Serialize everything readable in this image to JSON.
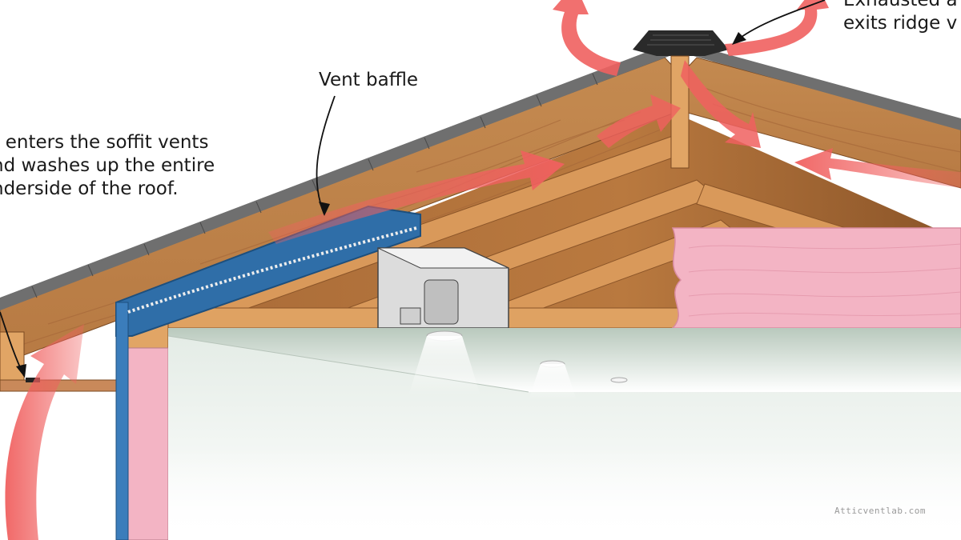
{
  "labels": {
    "vent_baffle": "Vent baffle",
    "soffit_lines": [
      "r enters the soffit vents",
      "nd washes up the entire",
      "nderside of the roof."
    ],
    "ridge_lines": [
      "Exhausted a",
      "exits ridge v"
    ]
  },
  "watermark": "Atticventlab.com",
  "colors": {
    "airflow_arrow": "#f0605f",
    "vent_baffle": "#2f6ea8",
    "insulation": "#f3b4c4",
    "wood_sheathing": "#c98f52",
    "rafter_wood": "#d8924c",
    "shingles": "#6f6f6f",
    "ceiling_drywall": "#c9d6cc",
    "ridge_vent": "#2a2a2a"
  }
}
